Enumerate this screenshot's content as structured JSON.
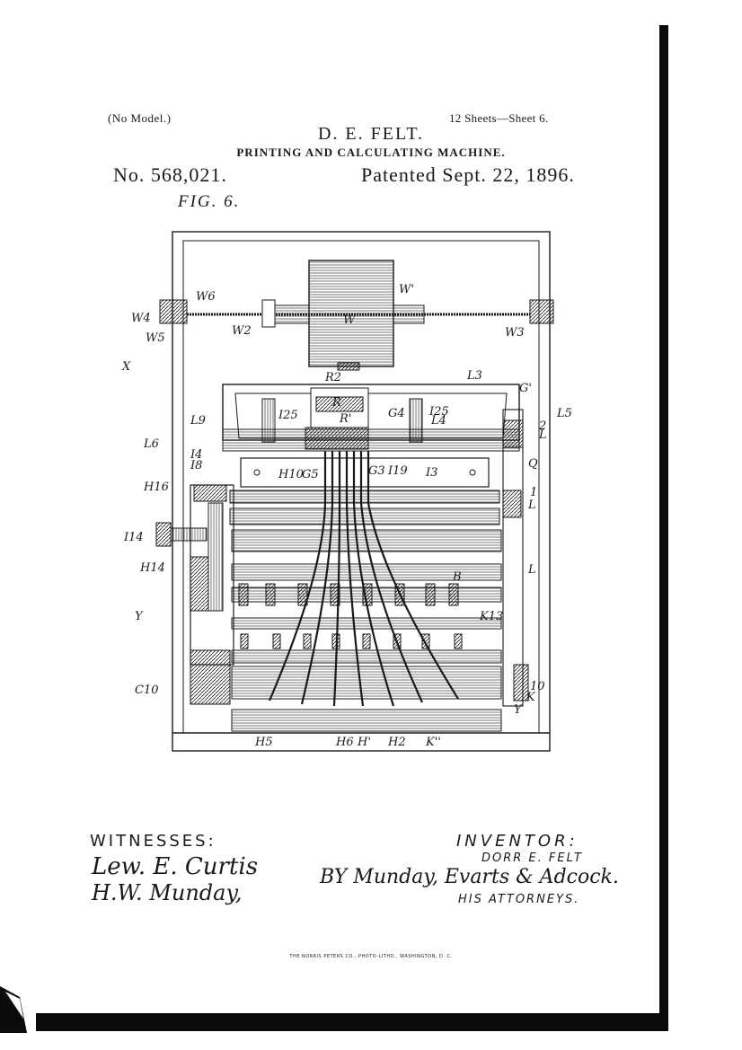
{
  "header": {
    "no_model": "(No Model.)",
    "sheets": "12 Sheets—Sheet 6.",
    "inventor_name": "D. E. FELT.",
    "title": "PRINTING AND CALCULATING MACHINE.",
    "patent_number": "No. 568,021.",
    "patent_date": "Patented Sept. 22, 1896."
  },
  "figure": {
    "label": "FIG. 6.",
    "refs": {
      "W1": "W'",
      "W6": "W6",
      "W4": "W4",
      "W5": "W5",
      "W2": "W2",
      "W": "W",
      "W3": "W3",
      "X": "X",
      "L3": "L3",
      "R2": "R2",
      "G1": "G'",
      "L9": "L9",
      "I25a": "I25",
      "R": "R",
      "I25b": "I25",
      "G4": "G4",
      "L5": "L5",
      "R1": "R'",
      "L4": "L4",
      "L2": "L",
      "n2": "2",
      "L6": "L6",
      "I4": "I4",
      "I8": "I8",
      "Q": "Q",
      "H10": "H10",
      "G5": "G5",
      "G3": "G3",
      "I19": "I19",
      "I3": "I3",
      "H16": "H16",
      "n1": "1",
      "L1": "L",
      "I14": "I14",
      "H14": "H14",
      "L7": "L",
      "B": "B",
      "Y1": "Y",
      "K13": "K13",
      "C10": "C10",
      "n10": "10",
      "K": "K",
      "Y2": "Y",
      "H5": "H5",
      "H6": "H6",
      "H1": "H'",
      "H2": "H2",
      "K11": "K''"
    }
  },
  "signatures": {
    "witnesses_label": "WITNESSES:",
    "witness_1": "Lew. E. Curtis",
    "witness_2": "H.W. Munday,",
    "inventor_label": "INVENTOR:",
    "inventor_signature": "DORR E. FELT",
    "by_line": "BY Munday, Evarts & Adcock.",
    "attorneys": "HIS ATTORNEYS."
  },
  "footer": {
    "imprint": "THE NORRIS PETERS CO., PHOTO-LITHO., WASHINGTON, D. C."
  }
}
